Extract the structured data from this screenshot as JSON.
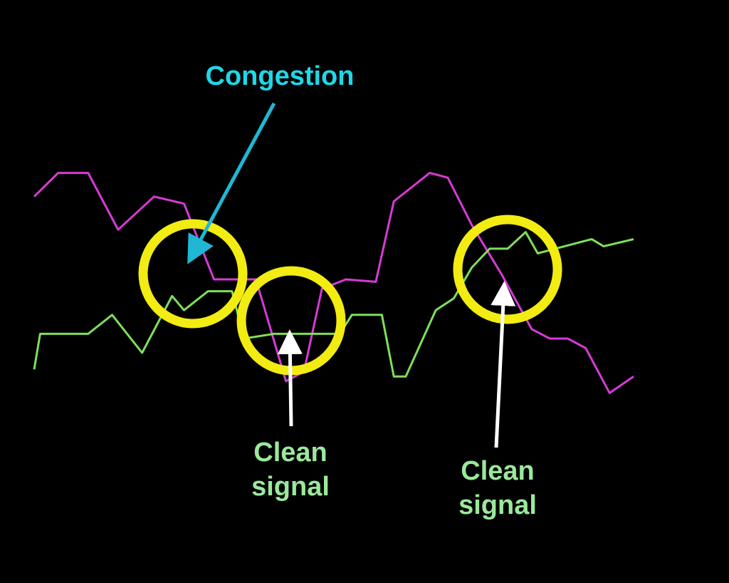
{
  "chart_data": {
    "type": "line",
    "title": "",
    "xlabel": "",
    "ylabel": "",
    "grid": false,
    "legend": "none",
    "background": "#000000",
    "ylim": [
      0,
      100
    ],
    "series": [
      {
        "color": "#d63bd6",
        "x": [
          0,
          4,
          9,
          14,
          20,
          25,
          30,
          33,
          37,
          42,
          45,
          48,
          52,
          57,
          60,
          66,
          69,
          73,
          78,
          83,
          86,
          89,
          92,
          96,
          100
        ],
        "values": [
          88,
          98,
          98,
          74,
          88,
          85,
          53,
          53,
          53,
          10,
          14,
          49,
          53,
          52,
          86,
          98,
          96,
          76,
          55,
          32,
          28,
          28,
          24,
          5,
          12
        ]
      },
      {
        "color": "#7ee05a",
        "x": [
          0,
          1,
          9,
          13,
          18,
          23,
          25,
          29,
          33,
          35,
          40,
          44,
          46,
          49,
          51,
          53,
          55,
          58,
          60,
          62,
          67,
          70,
          73,
          76,
          79,
          82,
          84,
          90,
          93,
          95,
          100
        ],
        "values": [
          15,
          30,
          30,
          38,
          22,
          46,
          40,
          48,
          48,
          28,
          30,
          30,
          30,
          30,
          30,
          38,
          38,
          38,
          12,
          12,
          40,
          45,
          58,
          66,
          66,
          73,
          64,
          68,
          70,
          67,
          70
        ]
      }
    ]
  },
  "annotations": {
    "congestion_text": "Congestion",
    "clean_1_line1": "Clean",
    "clean_1_line2": "signal",
    "clean_2_line1": "Clean",
    "clean_2_line2": "signal",
    "colors": {
      "circle": "#f2ec12",
      "congestion_text": "#1fd7e8",
      "congestion_arrow": "#1fb7d4",
      "clean_text": "#9be89b",
      "clean_arrow": "#ffffff"
    }
  }
}
